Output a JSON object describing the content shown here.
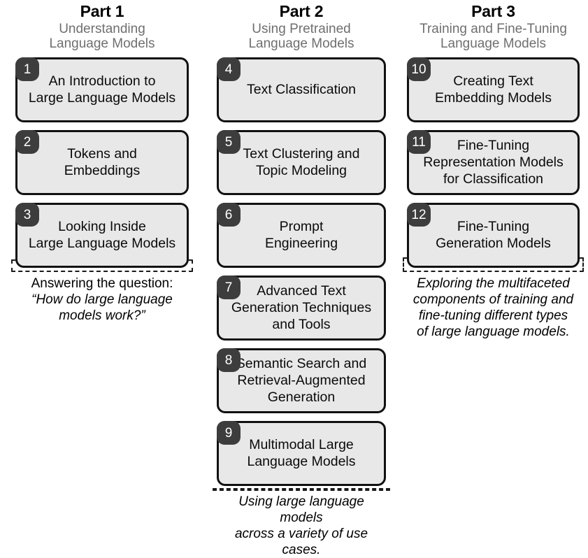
{
  "diagram": {
    "title": "Hands-On Large Language Models book structure",
    "box_fill": "#e8e8e8",
    "box_border": "#111111",
    "badge_color": "#3d3d3d",
    "subtitle_color": "#6f6f6f"
  },
  "parts": [
    {
      "title": "Part 1",
      "subtitle": "Understanding\nLanguage Models",
      "chapters": [
        {
          "number": "1",
          "label": "An Introduction to\nLarge Language Models",
          "height": 93
        },
        {
          "number": "2",
          "label": "Tokens and\nEmbeddings",
          "height": 93
        },
        {
          "number": "3",
          "label": "Looking Inside\nLarge Language Models",
          "height": 93
        }
      ],
      "caption_upright": "Answering the question:",
      "caption_italic": "“How do large language\nmodels work?”"
    },
    {
      "title": "Part 2",
      "subtitle": "Using Pretrained\nLanguage Models",
      "chapters": [
        {
          "number": "4",
          "label": "Text Classification",
          "height": 93
        },
        {
          "number": "5",
          "label": "Text Clustering and\nTopic Modeling",
          "height": 93
        },
        {
          "number": "6",
          "label": "Prompt\nEngineering",
          "height": 93
        },
        {
          "number": "7",
          "label": "Advanced Text\nGeneration Techniques\nand Tools",
          "height": 93
        },
        {
          "number": "8",
          "label": "Semantic Search and\nRetrieval-Augmented\nGeneration",
          "height": 93
        },
        {
          "number": "9",
          "label": "Multimodal Large\nLanguage Models",
          "height": 93
        }
      ],
      "caption_upright": "",
      "caption_italic": "Using large language models\nacross a variety of use cases."
    },
    {
      "title": "Part 3",
      "subtitle": "Training and Fine-Tuning\nLanguage Models",
      "chapters": [
        {
          "number": "10",
          "label": "Creating Text\nEmbedding Models",
          "height": 93
        },
        {
          "number": "11",
          "label": "Fine-Tuning\nRepresentation Models\nfor Classification",
          "height": 93
        },
        {
          "number": "12",
          "label": "Fine-Tuning\nGeneration Models",
          "height": 93
        }
      ],
      "caption_upright": "",
      "caption_italic": "Exploring the multifaceted\ncomponents of training and\nfine-tuning different types\nof large language models."
    }
  ]
}
